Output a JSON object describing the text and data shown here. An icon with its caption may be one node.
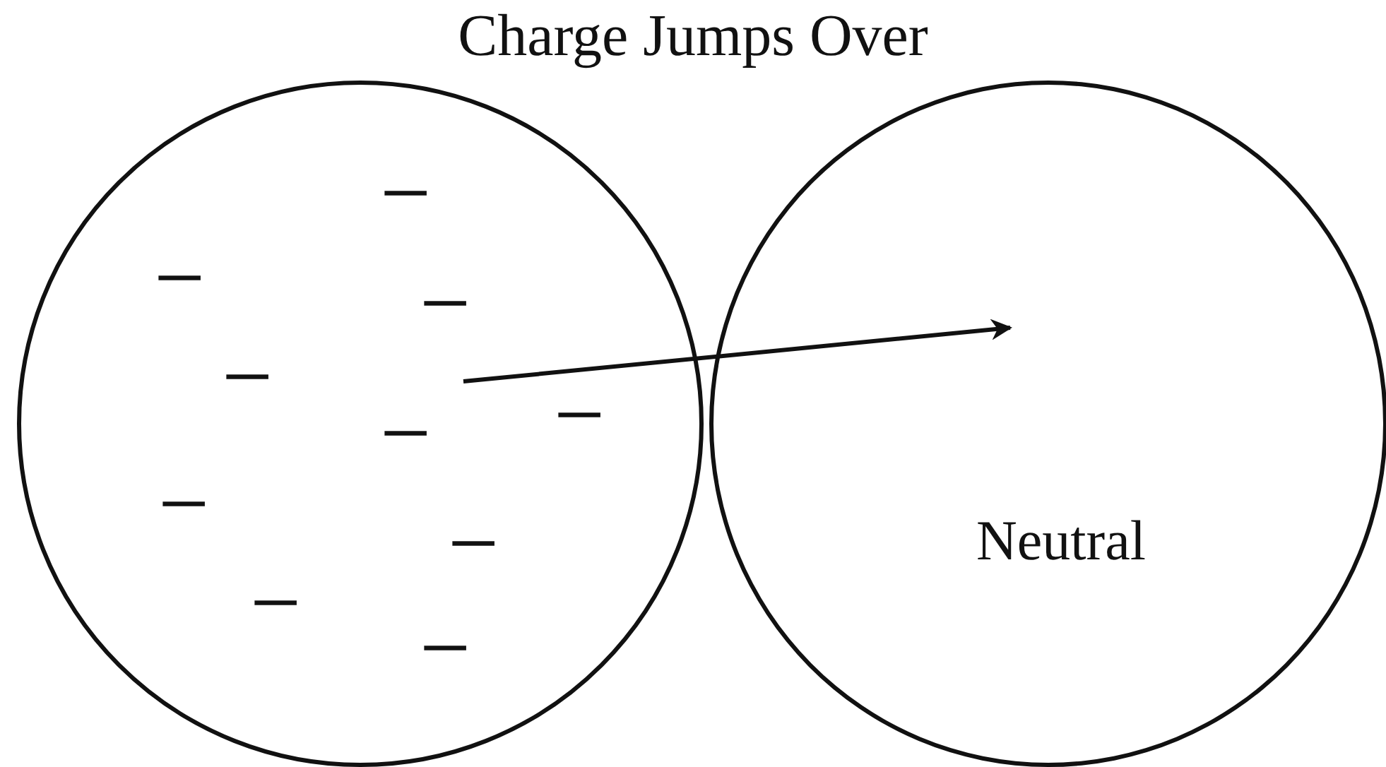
{
  "diagram": {
    "title": "Charge Jumps Over",
    "nodes": [
      {
        "text": [],
        "shape": "circle"
      },
      {
        "text": [
          "Neutral"
        ]
      }
    ],
    "edges": [
      {
        "from": 0,
        "to": 1,
        "arrow": "to"
      }
    ],
    "labels": [
      "−",
      "−",
      "−",
      "−",
      "−",
      "−",
      "−",
      "−",
      "−",
      "−"
    ]
  }
}
